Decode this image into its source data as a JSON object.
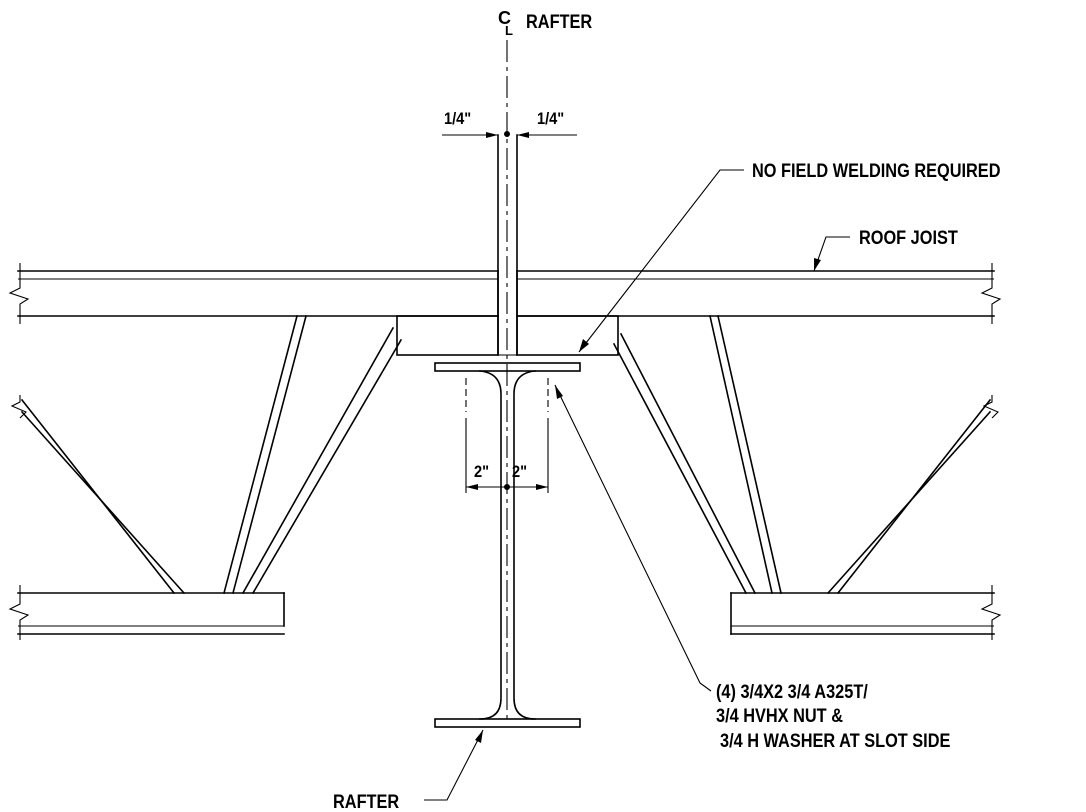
{
  "labels": {
    "centerline_symbol": "C",
    "centerline_subscript": "L",
    "centerline": "RAFTER",
    "dim_left_top": "1/4\"",
    "dim_right_top": "1/4\"",
    "dim_left_bottom": "2\"",
    "dim_right_bottom": "2\"",
    "no_field_welding": "NO FIELD WELDING REQUIRED",
    "roof_joist": "ROOF JOIST",
    "bolt_line1": "(4) 3/4X2 3/4 A325T/",
    "bolt_line2": "3/4 HVHX NUT &",
    "bolt_line3": "3/4 H WASHER AT SLOT SIDE",
    "rafter": "RAFTER"
  }
}
